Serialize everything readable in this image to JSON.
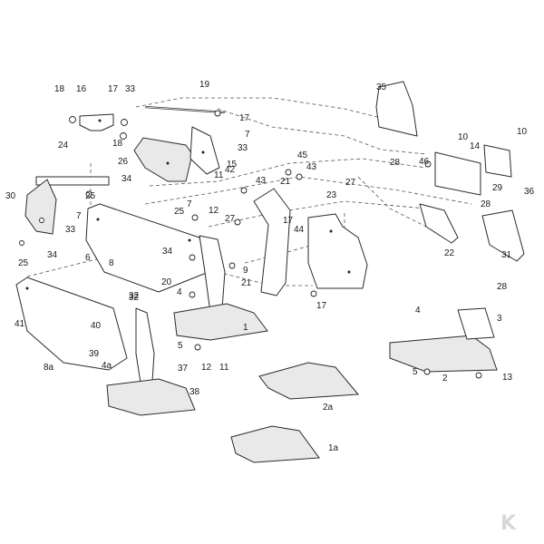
{
  "callouts": [
    {
      "text": "18"
    },
    {
      "text": "16"
    },
    {
      "text": "17"
    },
    {
      "text": "33"
    },
    {
      "text": "19"
    },
    {
      "text": "17"
    },
    {
      "text": "18"
    },
    {
      "text": "7"
    },
    {
      "text": "33"
    },
    {
      "text": "24"
    },
    {
      "text": "26"
    },
    {
      "text": "15"
    },
    {
      "text": "11"
    },
    {
      "text": "34"
    },
    {
      "text": "42"
    },
    {
      "text": "43"
    },
    {
      "text": "45"
    },
    {
      "text": "43"
    },
    {
      "text": "21"
    },
    {
      "text": "25"
    },
    {
      "text": "30"
    },
    {
      "text": "7"
    },
    {
      "text": "33"
    },
    {
      "text": "7"
    },
    {
      "text": "25"
    },
    {
      "text": "12"
    },
    {
      "text": "27"
    },
    {
      "text": "44"
    },
    {
      "text": "17"
    },
    {
      "text": "23"
    },
    {
      "text": "27"
    },
    {
      "text": "28"
    },
    {
      "text": "46"
    },
    {
      "text": "10"
    },
    {
      "text": "14"
    },
    {
      "text": "10"
    },
    {
      "text": "35"
    },
    {
      "text": "29"
    },
    {
      "text": "28"
    },
    {
      "text": "36"
    },
    {
      "text": "22"
    },
    {
      "text": "31"
    },
    {
      "text": "25"
    },
    {
      "text": "34"
    },
    {
      "text": "6"
    },
    {
      "text": "8"
    },
    {
      "text": "34"
    },
    {
      "text": "32"
    },
    {
      "text": "21"
    },
    {
      "text": "20"
    },
    {
      "text": "9"
    },
    {
      "text": "4"
    },
    {
      "text": "17"
    },
    {
      "text": "41"
    },
    {
      "text": "32"
    },
    {
      "text": "40"
    },
    {
      "text": "1"
    },
    {
      "text": "5"
    },
    {
      "text": "12"
    },
    {
      "text": "11"
    },
    {
      "text": "39"
    },
    {
      "text": "4a"
    },
    {
      "text": "37"
    },
    {
      "text": "8a"
    },
    {
      "text": "38"
    },
    {
      "text": "28"
    },
    {
      "text": "4"
    },
    {
      "text": "3"
    },
    {
      "text": "2"
    },
    {
      "text": "5"
    },
    {
      "text": "13"
    },
    {
      "text": "2a"
    },
    {
      "text": "1a"
    }
  ],
  "logo": {
    "text": "K",
    "color": "#d8d8d8"
  },
  "colors": {
    "line": "#2b2b2b",
    "background": "#ffffff"
  }
}
